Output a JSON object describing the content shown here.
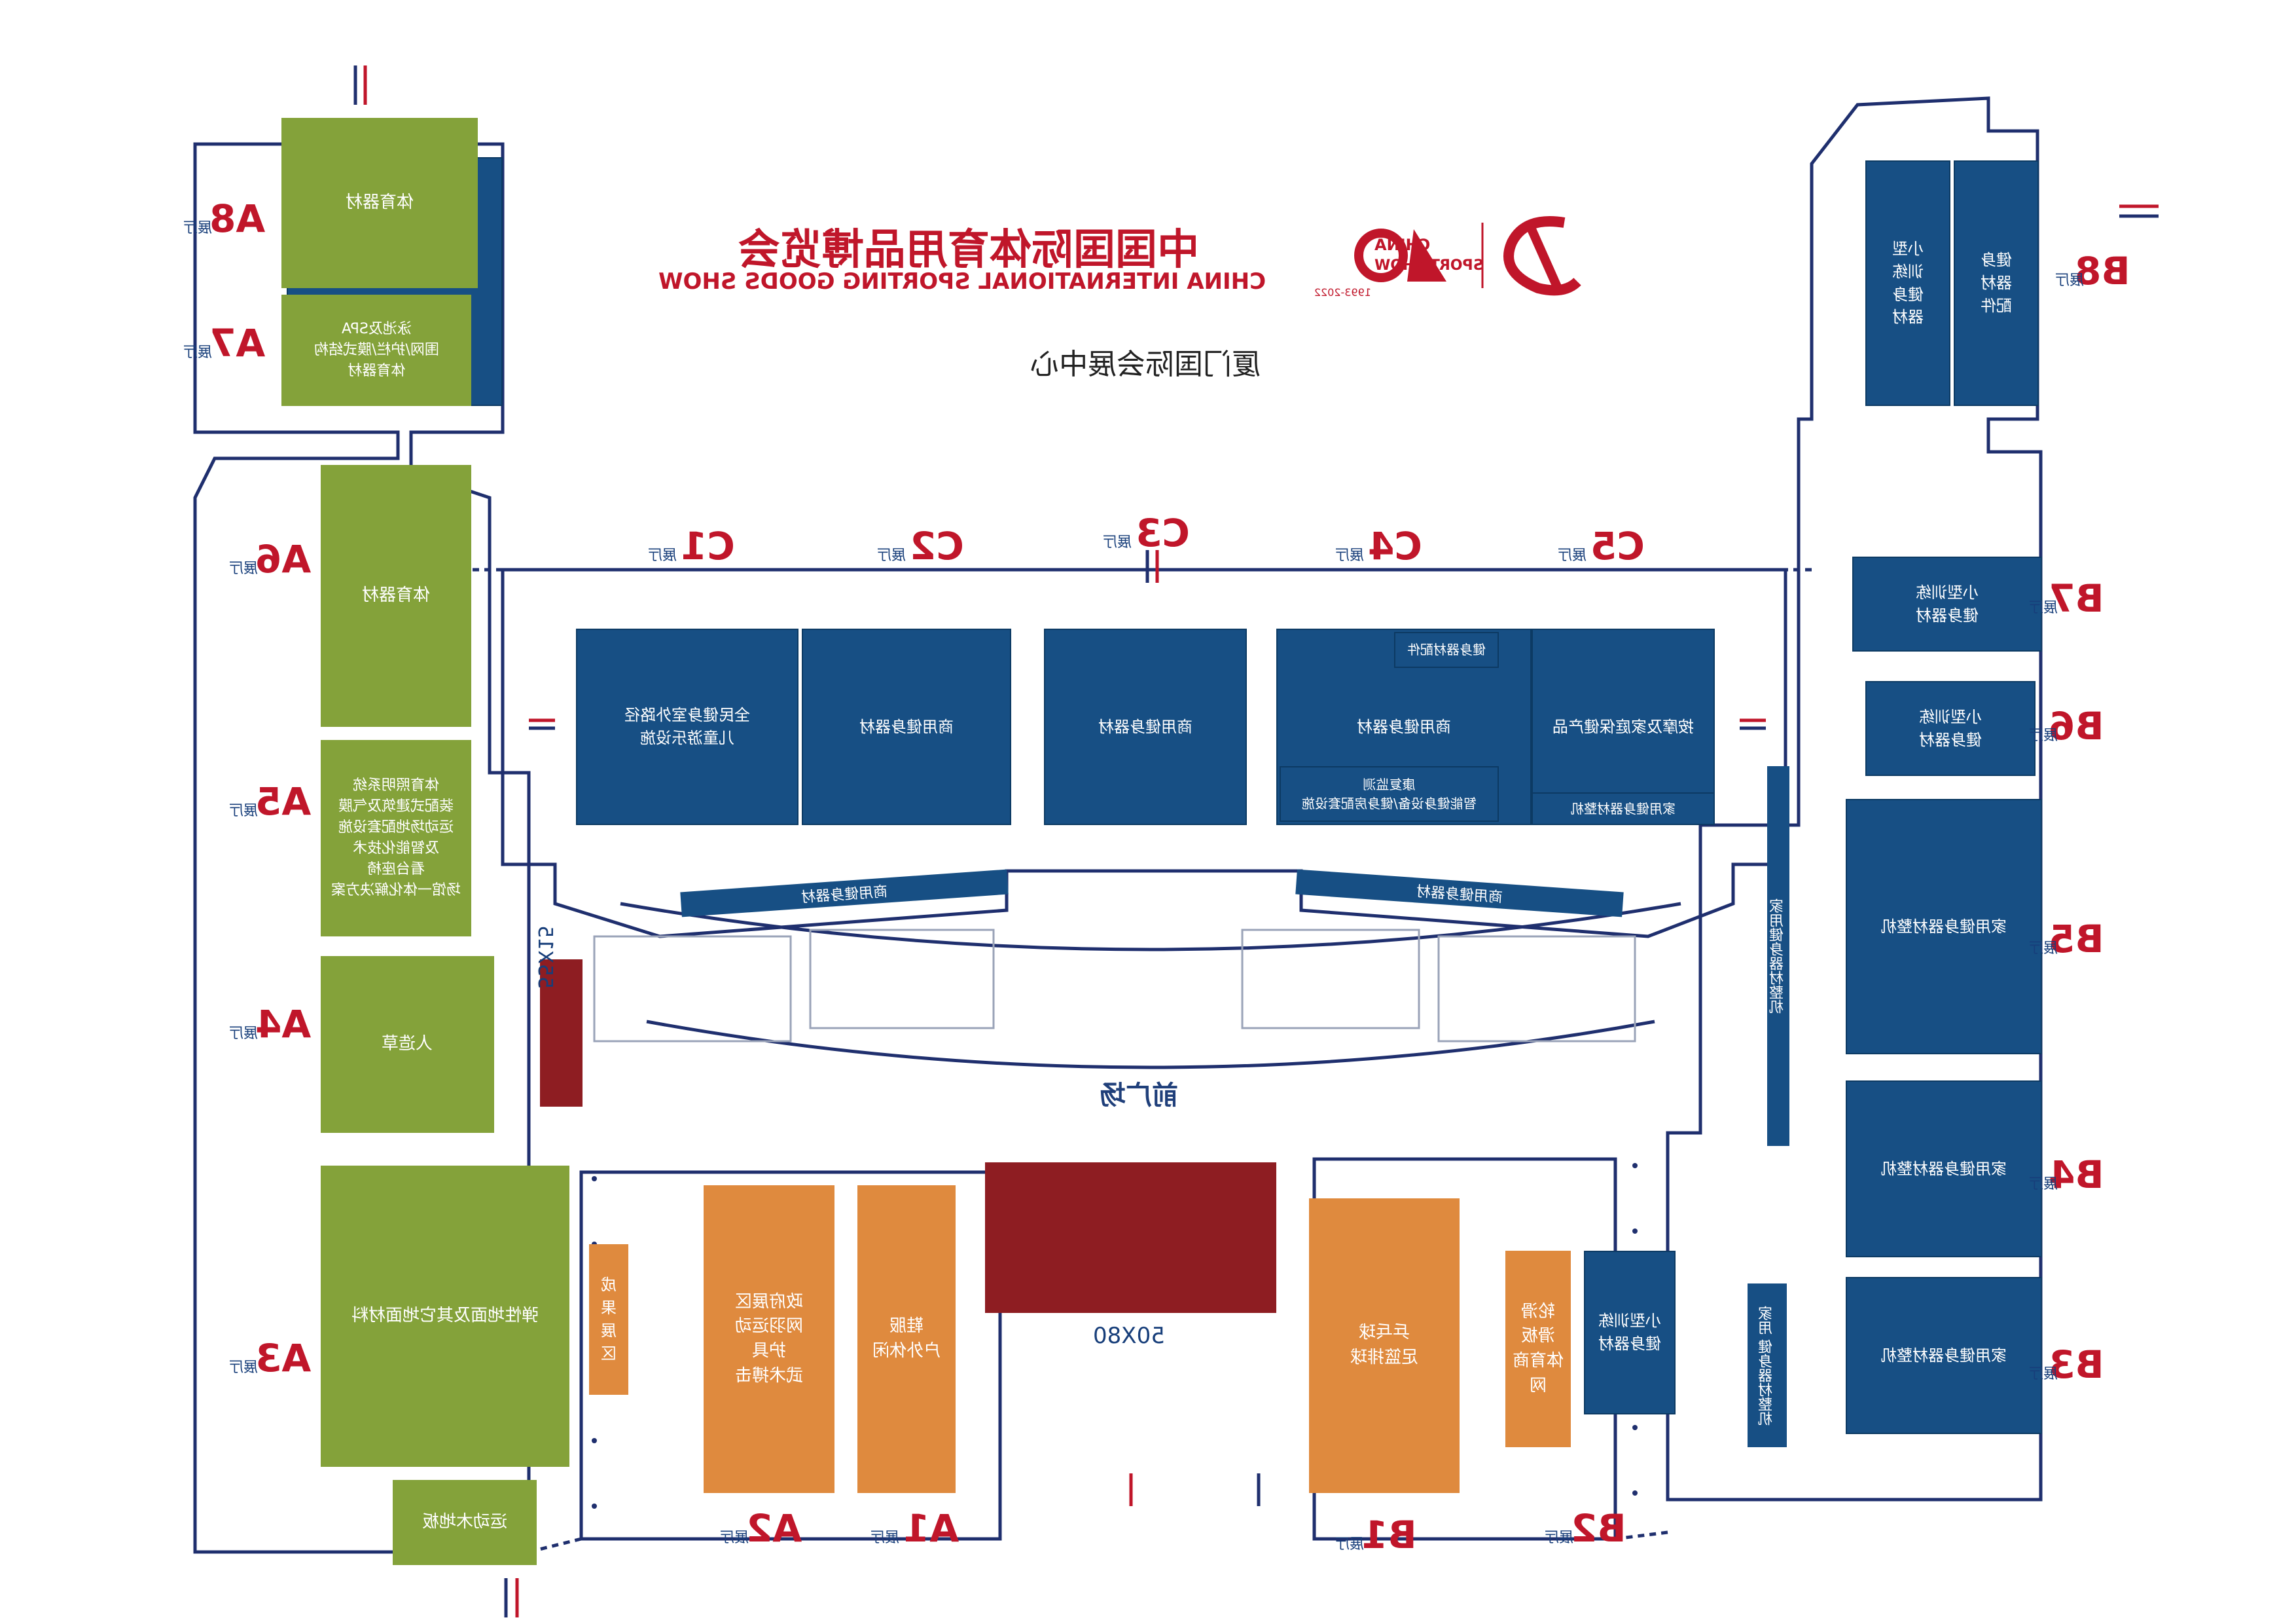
{
  "header": {
    "title_cn": "中国国际体育用品博览会",
    "title_en": "CHINA INTERNATIONAL SPORTING GOODS SHOW",
    "venue": "厦门国际会展中心",
    "logo_word_top": "CHINA",
    "logo_word_bottom": "SPORT SHOW",
    "anniv_years": "1993-2022",
    "anniv_mark": "40"
  },
  "hall_suffix": "展厅",
  "halls_a": [
    {
      "id": "A8",
      "label": "A8",
      "content": "体育器材"
    },
    {
      "id": "A7",
      "label": "A7",
      "content": "泳池及SPA\n围网/护栏/膜式结构\n体育器材"
    },
    {
      "id": "A6",
      "label": "A6",
      "content": "体育器材"
    },
    {
      "id": "A5",
      "label": "A5",
      "content": "体育照明系统\n装配式建筑及气膜\n运动场地配套设施\n及智能化技术\n看台座椅\n场馆一体化解决方案"
    },
    {
      "id": "A4",
      "label": "A4",
      "content": "人造草"
    },
    {
      "id": "A3",
      "label": "A3",
      "content": "弹性地面及其它地面材料",
      "extra": "成\n果\n展\n区"
    },
    {
      "id": "A3b",
      "label": "",
      "content": "运动木地板"
    }
  ],
  "halls_a_front": [
    {
      "id": "A2",
      "label": "A2",
      "content": "政府展区\n网羽运动\n护具\n武术搏击"
    },
    {
      "id": "A1",
      "label": "A1",
      "content": "鞋服\n户外休闲"
    }
  ],
  "halls_b_front": [
    {
      "id": "B1",
      "label": "B1",
      "content": "乒乓球\n足篮排球"
    },
    {
      "id": "B2",
      "label": "B2",
      "content": "轮滑\n滑板\n体育商网",
      "extra": "小型训练\n健身器材"
    }
  ],
  "halls_b": [
    {
      "id": "B8",
      "label": "B8",
      "content_left": "小型\n训练\n健身\n器材",
      "content_right": "健身\n器材\n配件"
    },
    {
      "id": "B7",
      "label": "B7",
      "content": "小型训练\n健身器材"
    },
    {
      "id": "B6",
      "label": "B6",
      "content": "小型训练\n健身器材"
    },
    {
      "id": "B5",
      "label": "B5",
      "content": "家用健身器材整机"
    },
    {
      "id": "B4",
      "label": "B4",
      "content": "家用健身器材整机"
    },
    {
      "id": "B3",
      "label": "B3",
      "content": "家用健身器材整机"
    }
  ],
  "b_corridor": {
    "upper": "家用健身器材整机",
    "lower": "家用\n健身器材整机"
  },
  "halls_c": [
    {
      "id": "C1",
      "label": "C1",
      "content": "全民健身室外路径\n儿童游乐设施"
    },
    {
      "id": "C2",
      "label": "C2",
      "content": "商用健身器材"
    },
    {
      "id": "C3",
      "label": "C3",
      "content": "商用健身器材"
    },
    {
      "id": "C4",
      "label": "C4",
      "content": "商用健身器材",
      "sub_top": "健身器材配件",
      "sub_bottom": "康复监测\n智能健身设备/健身房配套设施"
    },
    {
      "id": "C5",
      "label": "C5",
      "content": "按摩及家庭保健产品",
      "sub_bottom": "家用健身器材整机"
    }
  ],
  "c_strip_left": "商用健身器材",
  "c_strip_right": "商用健身器材",
  "front_plaza": "前广场",
  "outdoor_1": "55X15",
  "outdoor_2": "50X80",
  "colors": {
    "green": "#84a23a",
    "blue": "#174f84",
    "orange": "#df8a3e",
    "red": "#c0162a",
    "darkred": "#8e1d22",
    "outline": "#1f2f6e"
  }
}
